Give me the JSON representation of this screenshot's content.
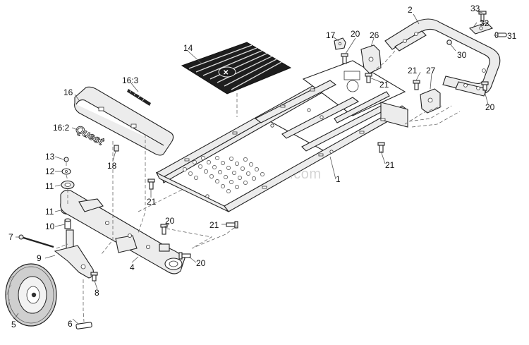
{
  "watermark": "eReplacementParts.com",
  "logo_text": "Quest",
  "callouts": {
    "c1": "1",
    "c2": "2",
    "c4": "4",
    "c5": "5",
    "c6": "6",
    "c7": "7",
    "c8": "8",
    "c9": "9",
    "c10": "10",
    "c11a": "11",
    "c11b": "11",
    "c12": "12",
    "c13": "13",
    "c14": "14",
    "c16": "16",
    "c16_2": "16:2",
    "c16_3": "16:3",
    "c17": "17",
    "c18": "18",
    "c20a": "20",
    "c20b": "20",
    "c20c": "20",
    "c20d": "20",
    "c21a": "21",
    "c21b": "21",
    "c21c": "21",
    "c21d": "21",
    "c21e": "21",
    "c26": "26",
    "c27": "27",
    "c30": "30",
    "c31": "31",
    "c32": "32",
    "c33": "33"
  }
}
